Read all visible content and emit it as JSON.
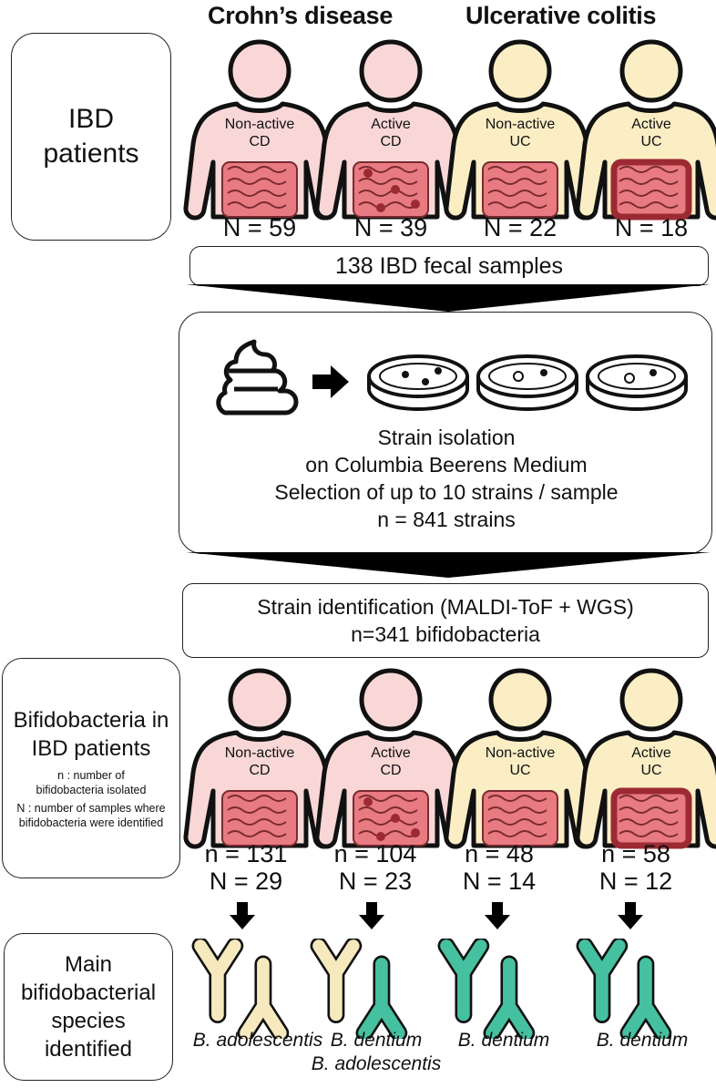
{
  "headers": {
    "cd": "Crohn’s disease",
    "uc": "Ulcerative colitis"
  },
  "colors": {
    "cd_skin": "#f9d7d7",
    "uc_skin": "#fbeec5",
    "stroke": "#111111",
    "gut": "#e87a82",
    "gut_active": "#9c2a33",
    "green": "#45c1a1",
    "yellow": "#f6e9bd"
  },
  "sections": {
    "patients": "IBD patients",
    "bifido_title": "Bifidobacteria in IBD patients",
    "bifido_note1": "n : number of bifidobacteria isolated",
    "bifido_note2": "N : number of samples where bifidobacteria were identified",
    "species_title": "Main bifidobacterial species identified"
  },
  "groups": [
    {
      "label1": "Non-active",
      "label2": "CD",
      "N": "N = 59",
      "n_bif": "n = 131",
      "N_bif": "N = 29",
      "species1": "B. adolescentis",
      "species2": ""
    },
    {
      "label1": "Active",
      "label2": "CD",
      "N": "N = 39",
      "n_bif": "n = 104",
      "N_bif": "N = 23",
      "species1": "B. dentium",
      "species2": "B. adolescentis"
    },
    {
      "label1": "Non-active",
      "label2": "UC",
      "N": "N = 22",
      "n_bif": "n = 48",
      "N_bif": "N = 14",
      "species1": "B. dentium",
      "species2": ""
    },
    {
      "label1": "Active",
      "label2": "UC",
      "N": "N = 18",
      "n_bif": "n = 58",
      "N_bif": "N = 12",
      "species1": "B. dentium",
      "species2": ""
    }
  ],
  "steps": {
    "samples": "138 IBD fecal samples",
    "isolation1": "Strain isolation",
    "isolation2": "on Columbia Beerens Medium",
    "isolation3": "Selection of up to 10 strains / sample",
    "isolation4": "n = 841 strains",
    "ident1": "Strain identification (MALDI-ToF + WGS)",
    "ident2": "n=341 bifidobacteria"
  }
}
